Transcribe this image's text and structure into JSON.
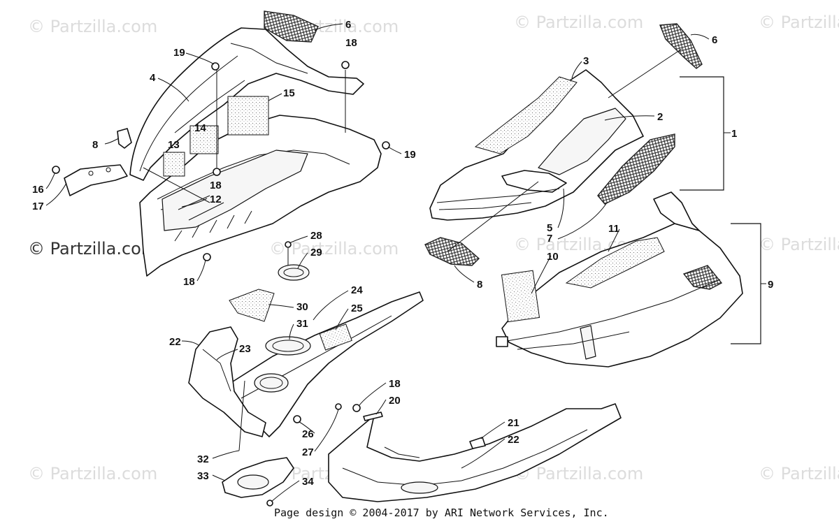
{
  "watermarks": [
    {
      "id": "wm-top-left",
      "text": "© Partzilla.com"
    },
    {
      "id": "wm-top-center",
      "text": "© Partzilla.com"
    },
    {
      "id": "wm-top-right-a",
      "text": "© Partzilla.com"
    },
    {
      "id": "wm-top-right-b",
      "text": "© Partzilla.com"
    },
    {
      "id": "wm-mid-left",
      "text": "© Partzilla.com"
    },
    {
      "id": "wm-mid-center",
      "text": "© Partzilla.com"
    },
    {
      "id": "wm-mid-right-a",
      "text": "© Partzilla.com"
    },
    {
      "id": "wm-mid-right-b",
      "text": "© Partzilla.com"
    },
    {
      "id": "wm-bot-left",
      "text": "© Partzilla.com"
    },
    {
      "id": "wm-bot-center",
      "text": "© Partzilla.com"
    },
    {
      "id": "wm-bot-right-a",
      "text": "© Partzilla.com"
    },
    {
      "id": "wm-bot-right-b",
      "text": "© Partzilla.com"
    }
  ],
  "callouts": {
    "c1": "1",
    "c2": "2",
    "c3": "3",
    "c4": "4",
    "c5": "5",
    "c6a": "6",
    "c6b": "6",
    "c7": "7",
    "c8a": "8",
    "c8b": "8",
    "c9": "9",
    "c10": "10",
    "c11": "11",
    "c12": "12",
    "c13": "13",
    "c14": "14",
    "c15": "15",
    "c16": "16",
    "c17": "17",
    "c18a": "18",
    "c18b": "18",
    "c18c": "18",
    "c18d": "18",
    "c19a": "19",
    "c19b": "19",
    "c20": "20",
    "c21": "21",
    "c22a": "22",
    "c22b": "22",
    "c23": "23",
    "c24": "24",
    "c25": "25",
    "c26": "26",
    "c27": "27",
    "c28": "28",
    "c29": "29",
    "c30": "30",
    "c31": "31",
    "c32": "32",
    "c33": "33",
    "c34": "34"
  },
  "footer": "Page design © 2004-2017 by ARI Network Services, Inc."
}
